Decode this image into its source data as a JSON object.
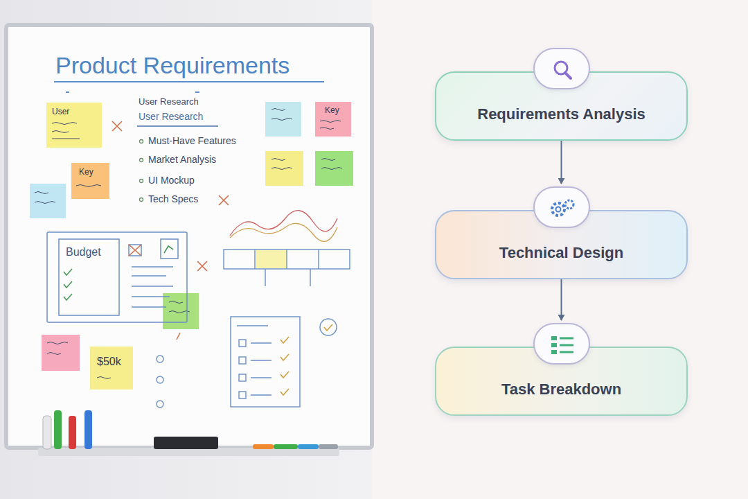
{
  "diagram": {
    "title": "Product Requirements",
    "nodes": [
      {
        "text": [
          "Requirements Analysis"
        ]
      },
      {
        "text": [
          "Technical Design"
        ]
      },
      {
        "text": [
          "Task Breakdown"
        ]
      }
    ],
    "edges": [
      {
        "from": 0,
        "to": 1,
        "arrow": "to"
      },
      {
        "from": 1,
        "to": 2,
        "arrow": "to"
      }
    ],
    "labels": [
      "User Research",
      "User Research",
      "Must-Have Features",
      "Market Analysis",
      "UI Mockup",
      "Tech Specs",
      "User",
      "Key",
      "Key",
      "Budget",
      "$50k"
    ]
  }
}
